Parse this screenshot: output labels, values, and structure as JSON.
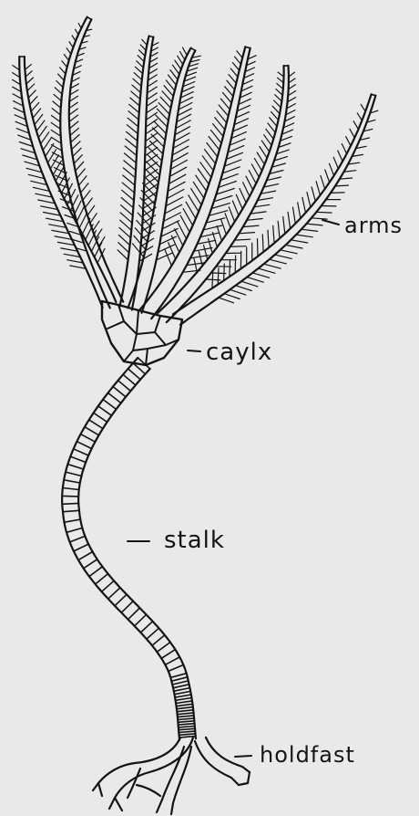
{
  "diagram": {
    "labels": {
      "arms": "arms",
      "calyx": "caylx",
      "stalk": "stalk",
      "holdfast": "holdfast"
    },
    "ink_color": "#141414",
    "background_color": "#e9e9e9"
  }
}
